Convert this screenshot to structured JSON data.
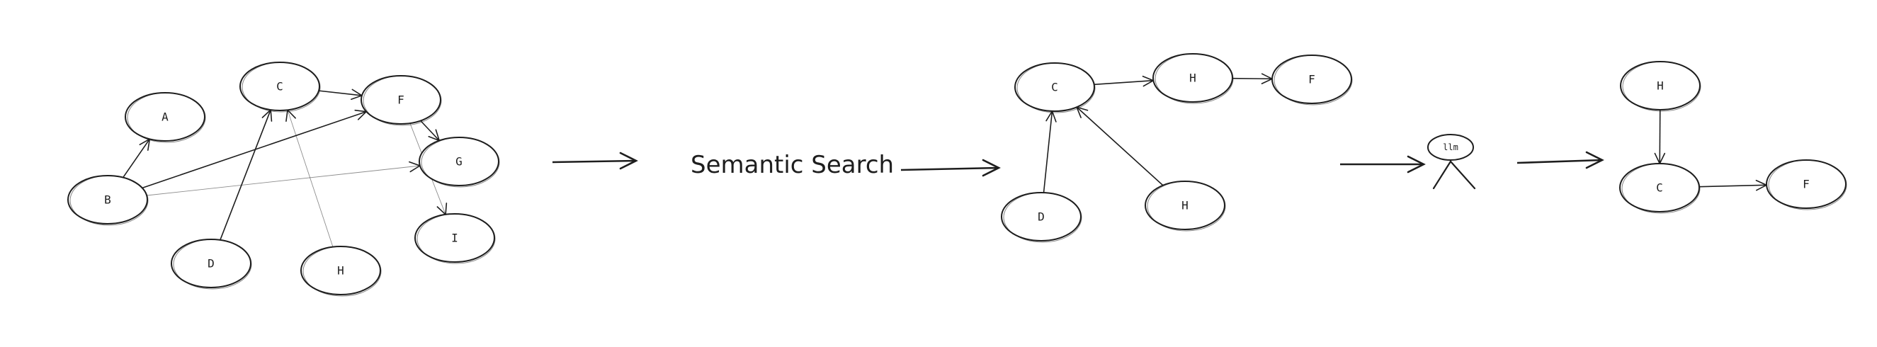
{
  "graph_full": {
    "nodes": [
      {
        "id": "A",
        "label": "A"
      },
      {
        "id": "B",
        "label": "B"
      },
      {
        "id": "C",
        "label": "C"
      },
      {
        "id": "F",
        "label": "F"
      },
      {
        "id": "G",
        "label": "G"
      },
      {
        "id": "D",
        "label": "D"
      },
      {
        "id": "H",
        "label": "H"
      },
      {
        "id": "I",
        "label": "I"
      }
    ],
    "edges": [
      {
        "from": "B",
        "to": "A"
      },
      {
        "from": "B",
        "to": "F"
      },
      {
        "from": "B",
        "to": "G"
      },
      {
        "from": "C",
        "to": "F"
      },
      {
        "from": "D",
        "to": "C"
      },
      {
        "from": "H",
        "to": "C"
      },
      {
        "from": "F",
        "to": "G"
      },
      {
        "from": "F",
        "to": "I"
      }
    ]
  },
  "step_label": "Semantic Search",
  "graph_subset": {
    "nodes": [
      {
        "id": "C",
        "label": "C"
      },
      {
        "id": "H1",
        "label": "H"
      },
      {
        "id": "F",
        "label": "F"
      },
      {
        "id": "D",
        "label": "D"
      },
      {
        "id": "H2",
        "label": "H"
      }
    ],
    "edges": [
      {
        "from": "C",
        "to": "H1"
      },
      {
        "from": "H1",
        "to": "F"
      },
      {
        "from": "D",
        "to": "C"
      },
      {
        "from": "H2",
        "to": "C"
      }
    ]
  },
  "llm_label": "llm",
  "graph_result": {
    "nodes": [
      {
        "id": "H",
        "label": "H"
      },
      {
        "id": "C",
        "label": "C"
      },
      {
        "id": "F",
        "label": "F"
      }
    ],
    "edges": [
      {
        "from": "H",
        "to": "C"
      },
      {
        "from": "C",
        "to": "F"
      }
    ]
  }
}
